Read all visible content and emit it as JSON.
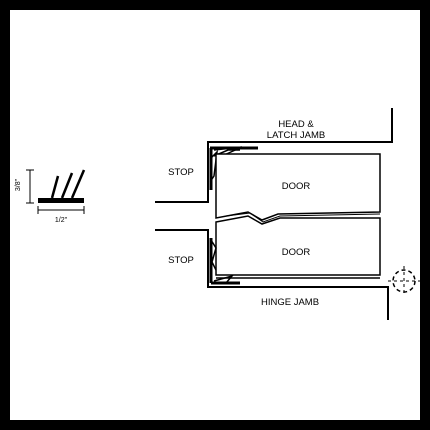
{
  "labels": {
    "head_latch_line1": "HEAD &",
    "head_latch_line2": "LATCH JAMB",
    "stop_top": "STOP",
    "door_top": "DOOR",
    "stop_bottom": "STOP",
    "door_bottom": "DOOR",
    "hinge_jamb": "HINGE JAMB",
    "dim_height": "3/8\"",
    "dim_width": "1/2\""
  },
  "colors": {
    "line": "#000000",
    "background": "#ffffff",
    "frame": "#000000"
  }
}
